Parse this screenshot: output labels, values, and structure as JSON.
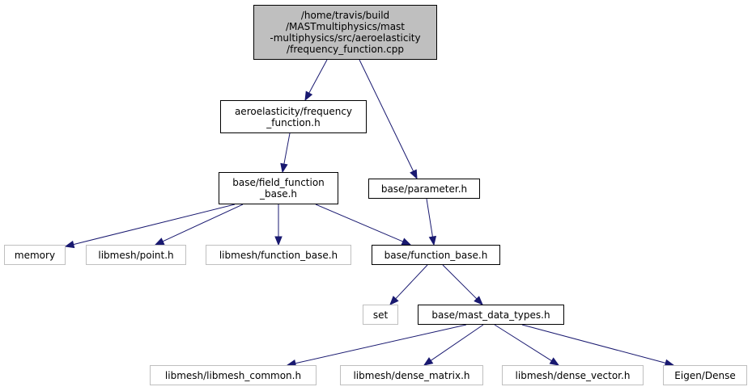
{
  "nodes": [
    {
      "id": "root",
      "lines": [
        "/home/travis/build",
        "/MASTmultiphysics/mast",
        "-multiphysics/src/aeroelasticity",
        "/frequency_function.cpp"
      ]
    },
    {
      "id": "freq_h",
      "lines": [
        "aeroelasticity/frequency",
        "_function.h"
      ]
    },
    {
      "id": "field_fb",
      "lines": [
        "base/field_function",
        "_base.h"
      ]
    },
    {
      "id": "param",
      "lines": [
        "base/parameter.h"
      ]
    },
    {
      "id": "memory",
      "lines": [
        "memory"
      ]
    },
    {
      "id": "point",
      "lines": [
        "libmesh/point.h"
      ]
    },
    {
      "id": "lm_fb",
      "lines": [
        "libmesh/function_base.h"
      ]
    },
    {
      "id": "base_fb",
      "lines": [
        "base/function_base.h"
      ]
    },
    {
      "id": "set",
      "lines": [
        "set"
      ]
    },
    {
      "id": "mast_dt",
      "lines": [
        "base/mast_data_types.h"
      ]
    },
    {
      "id": "lm_common",
      "lines": [
        "libmesh/libmesh_common.h"
      ]
    },
    {
      "id": "dense_matrix",
      "lines": [
        "libmesh/dense_matrix.h"
      ]
    },
    {
      "id": "dense_vector",
      "lines": [
        "libmesh/dense_vector.h"
      ]
    },
    {
      "id": "eigen",
      "lines": [
        "Eigen/Dense"
      ]
    }
  ],
  "edges": [
    [
      "root",
      "freq_h"
    ],
    [
      "root",
      "param"
    ],
    [
      "freq_h",
      "field_fb"
    ],
    [
      "field_fb",
      "memory"
    ],
    [
      "field_fb",
      "point"
    ],
    [
      "field_fb",
      "lm_fb"
    ],
    [
      "field_fb",
      "base_fb"
    ],
    [
      "param",
      "base_fb"
    ],
    [
      "base_fb",
      "set"
    ],
    [
      "base_fb",
      "mast_dt"
    ],
    [
      "mast_dt",
      "lm_common"
    ],
    [
      "mast_dt",
      "dense_matrix"
    ],
    [
      "mast_dt",
      "dense_vector"
    ],
    [
      "mast_dt",
      "eigen"
    ]
  ],
  "colors": {
    "edge": "#191970",
    "root_fill": "#bfbfbf",
    "internal_border": "#000000",
    "external_border": "#bfbfbf"
  }
}
